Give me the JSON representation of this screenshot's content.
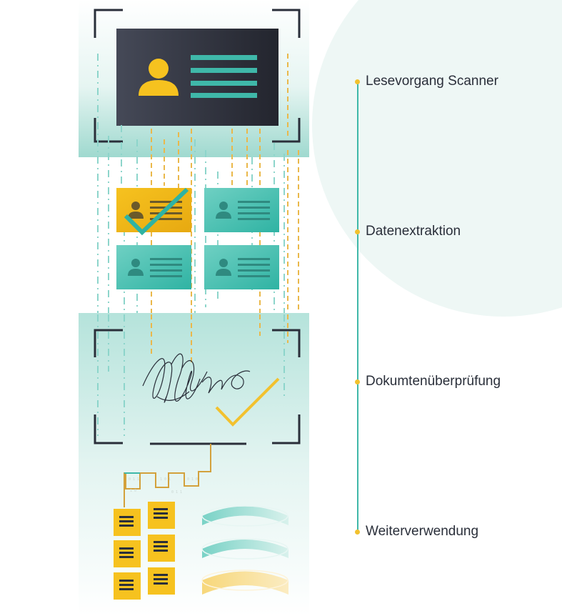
{
  "steps": [
    {
      "label": "Lesevorgang Scanner"
    },
    {
      "label": "Datenextraktion"
    },
    {
      "label": "Dokumtenüberprüfung"
    },
    {
      "label": "Weiterverwendung"
    }
  ],
  "colors": {
    "teal": "#3fb8a9",
    "teal_light": "#bfe6e0",
    "yellow": "#f2c12e",
    "dark_card": "#2b2e38",
    "frame": "#2a2f3a"
  }
}
